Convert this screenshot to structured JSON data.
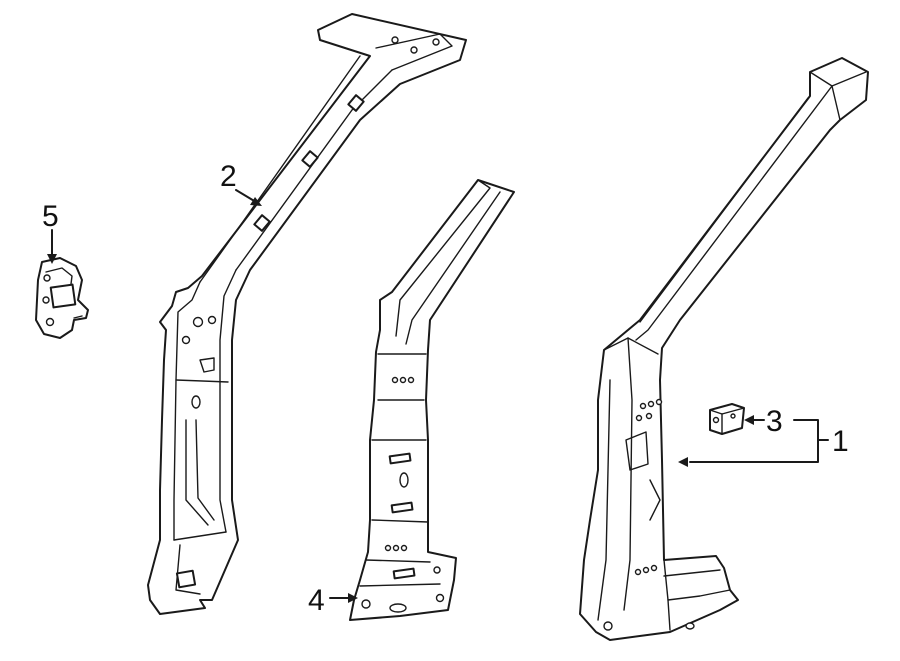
{
  "callouts": [
    {
      "id": "1",
      "text": "1"
    },
    {
      "id": "2",
      "text": "2"
    },
    {
      "id": "3",
      "text": "3"
    },
    {
      "id": "4",
      "text": "4"
    },
    {
      "id": "5",
      "text": "5"
    }
  ],
  "colors": {
    "line": "#1a1a1a",
    "background": "#ffffff"
  }
}
